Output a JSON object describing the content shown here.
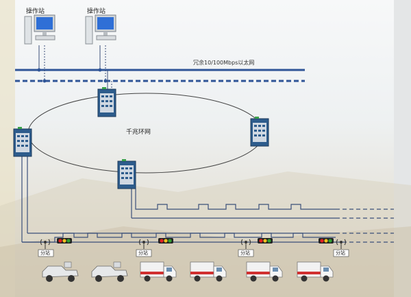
{
  "workstations": [
    {
      "label": "操作站"
    },
    {
      "label": "操作站"
    }
  ],
  "network": {
    "label": "冗余10/100Mbps以太网"
  },
  "ring": {
    "label": "千兆环网"
  },
  "substations": [
    {
      "label": "分站"
    },
    {
      "label": "分站"
    },
    {
      "label": "分站"
    },
    {
      "label": "分站"
    }
  ],
  "colors": {
    "network_line": "#2f5597",
    "cable": "#3b4f7a",
    "switch_body": "#2d5c8c",
    "light_red": "#e02020",
    "light_yellow": "#f0c020",
    "light_green": "#30a030"
  },
  "icons": [
    "workstation-icon",
    "industrial-switch-icon",
    "antenna-icon",
    "traffic-light-icon",
    "scraper-vehicle-icon",
    "truck-icon"
  ]
}
